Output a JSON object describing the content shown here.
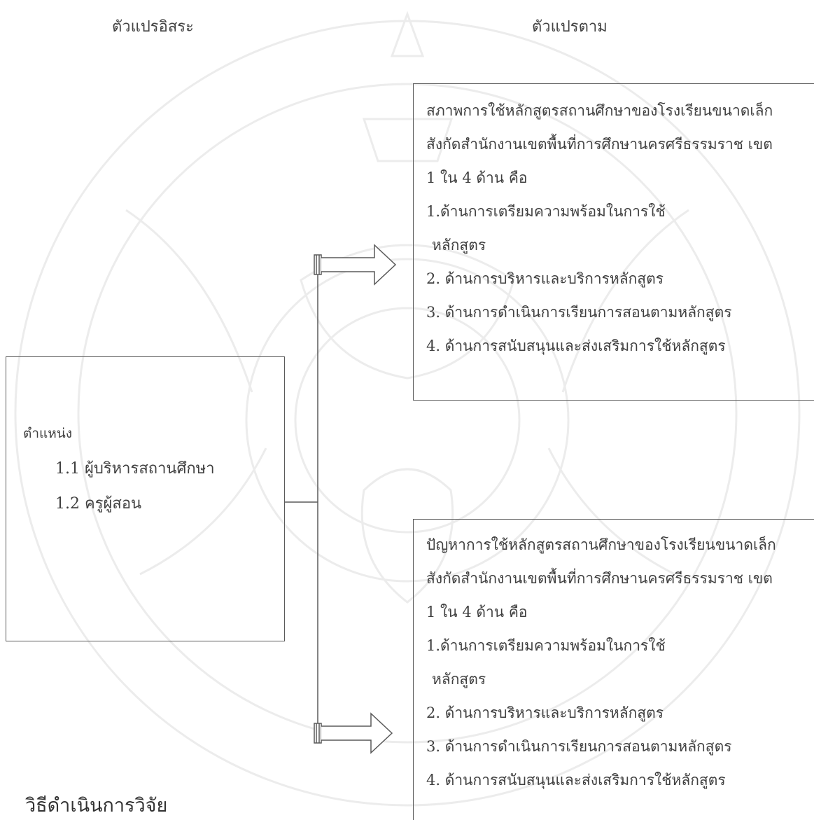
{
  "headers": {
    "independent": "ตัวแปรอิสระ",
    "dependent": "ตัวแปรตาม"
  },
  "independent_box": {
    "title": "ตำแหน่ง",
    "items": [
      "1.1 ผู้บริหารสถานศึกษา",
      "1.2 ครูผู้สอน"
    ]
  },
  "dependent_box_1": {
    "lines": [
      "สภาพการใช้หลักสูตรสถานศึกษาของโรงเรียนขนาดเล็ก",
      "สังกัดสำนักงานเขตพื้นที่การศึกษานครศรีธรรมราช เขต",
      "1 ใน 4  ด้าน คือ",
      "1.ด้านการเตรียมความพร้อมในการใช้",
      "  หลักสูตร",
      "2. ด้านการบริหารและบริการหลักสูตร",
      "3. ด้านการดำเนินการเรียนการสอนตามหลักสูตร",
      "4. ด้านการสนับสนุนและส่งเสริมการใช้หลักสูตร"
    ]
  },
  "dependent_box_2": {
    "lines": [
      "ปัญหาการใช้หลักสูตรสถานศึกษาของโรงเรียนขนาดเล็ก",
      "สังกัดสำนักงานเขตพื้นที่การศึกษานครศรีธรรมราช เขต",
      "1 ใน 4  ด้าน คือ",
      "1.ด้านการเตรียมความพร้อมในการใช้",
      "  หลักสูตร",
      "2. ด้านการบริหารและบริการหลักสูตร",
      "3. ด้านการดำเนินการเรียนการสอนตามหลักสูตร",
      "4. ด้านการสนับสนุนและส่งเสริมการใช้หลักสูตร"
    ]
  },
  "footer_heading": "วิธีดำเนินการวิจัย",
  "colors": {
    "line": "#5a5a5a",
    "text": "#404040",
    "watermark": "#ececec"
  },
  "icons": [
    "double-arrow-icon",
    "university-seal-watermark"
  ]
}
